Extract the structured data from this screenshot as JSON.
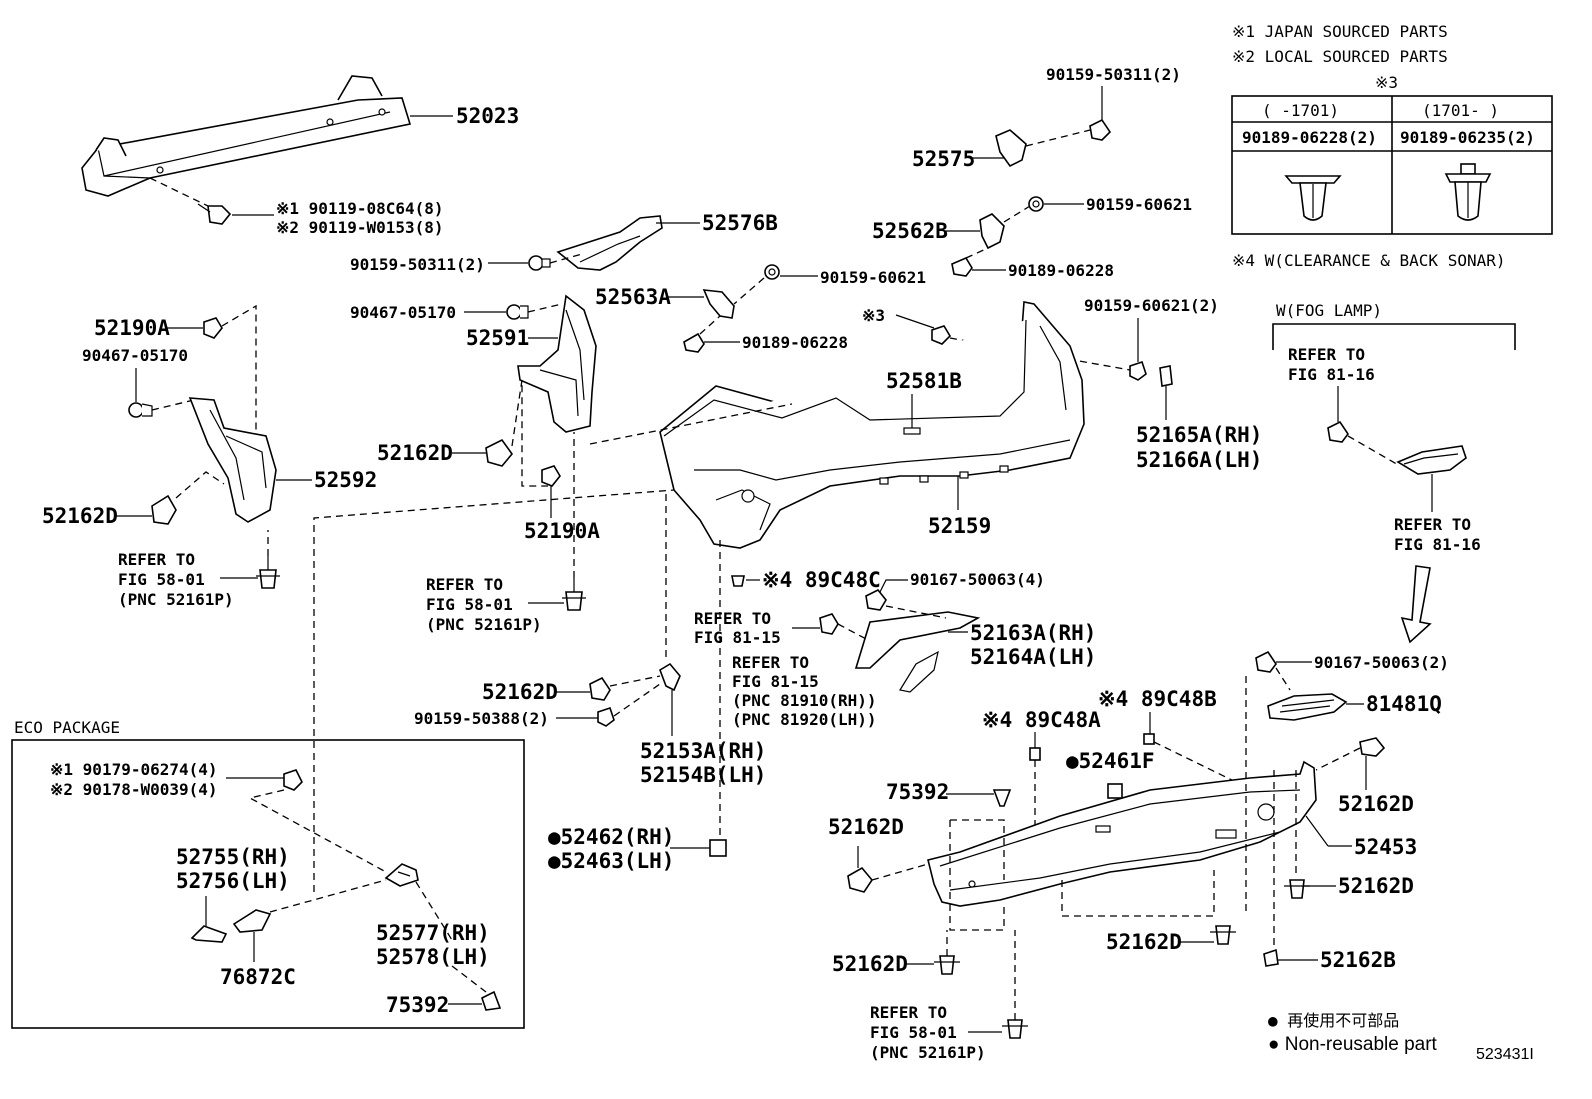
{
  "notes": {
    "japan": "※1  JAPAN SOURCED PARTS",
    "local": "※2  LOCAL SOURCED PARTS",
    "n3": "※3",
    "n4": "※4  W(CLEARANCE & BACK SONAR)",
    "fog": "W(FOG LAMP)",
    "eco": "ECO PACKAGE",
    "nonreuse_jp": "● 再使用不可部品",
    "nonreuse_en": "● Non-reusable part",
    "diagram_id": "523431I"
  },
  "clip_table": {
    "col1_head": "(    -1701)",
    "col2_head": "(1701-     )",
    "col1_part": "90189-06228(2)",
    "col2_part": "90189-06235(2)"
  },
  "labels": {
    "p52023": "52023",
    "p90119a": "※1 90119-08C64(8)",
    "p90119b": "※2 90119-W0153(8)",
    "p52576B": "52576B",
    "p90159_50311_mid": "90159-50311(2)",
    "p52190A_l": "52190A",
    "p90467_l": "90467-05170",
    "p52592": "52592",
    "p52162D_l": "52162D",
    "ref58_l1": "REFER TO",
    "ref58_l2": "FIG 58-01",
    "ref58_l3": "(PNC 52161P)",
    "p90467_m": "90467-05170",
    "p52591": "52591",
    "p52162D_m": "52162D",
    "p52190A_m": "52190A",
    "ref58_m1": "REFER TO",
    "ref58_m2": "FIG 58-01",
    "ref58_m3": "(PNC 52161P)",
    "p52563A": "52563A",
    "p90159_60621_a": "90159-60621",
    "p90189_06228_a": "90189-06228",
    "p52575": "52575",
    "p90159_50311_top": "90159-50311(2)",
    "p52562B": "52562B",
    "p90159_60621_b": "90159-60621",
    "p90189_06228_b": "90189-06228",
    "p3clip": "※3",
    "p90159_60621_2": "90159-60621(2)",
    "p52581B": "52581B",
    "p52165A": "52165A(RH)",
    "p52166A": "52166A(LH)",
    "p52159": "52159",
    "p89C48C": "※4 89C48C",
    "p90167_4": "90167-50063(4)",
    "ref81_a1": "REFER TO",
    "ref81_a2": "FIG 81-15",
    "ref81_b1": "REFER TO",
    "ref81_b2": "FIG 81-15",
    "ref81_b3": "(PNC 81910(RH))",
    "ref81_b4": "(PNC 81920(LH))",
    "p52163A": "52163A(RH)",
    "p52164A": "52164A(LH)",
    "p52162D_c": "52162D",
    "p90159_50388": "90159-50388(2)",
    "p52153A": "52153A(RH)",
    "p52154B": "52154B(LH)",
    "p52462": "●52462(RH)",
    "p52463": "●52463(LH)",
    "fog_ref1a": "REFER TO",
    "fog_ref1b": "FIG 81-16",
    "fog_ref2a": "REFER TO",
    "fog_ref2b": "FIG 81-16",
    "p90167_2": "90167-50063(2)",
    "p81481Q": "81481Q",
    "p89C48B": "※4 89C48B",
    "p89C48A": "※4 89C48A",
    "p52461F": "●52461F",
    "p75392_r": "75392",
    "p52162D_r1": "52162D",
    "p52162D_r2": "52162D",
    "p52453": "52453",
    "p52162D_r3": "52162D",
    "p52162D_r4": "52162D",
    "p52162D_r5": "52162D",
    "p52162B": "52162B",
    "ref58_r1": "REFER TO",
    "ref58_r2": "FIG 58-01",
    "ref58_r3": "(PNC 52161P)",
    "eco_90179": "※1 90179-06274(4)",
    "eco_90178": "※2 90178-W0039(4)",
    "eco_52755": "52755(RH)",
    "eco_52756": "52756(LH)",
    "eco_76872C": "76872C",
    "eco_52577": "52577(RH)",
    "eco_52578": "52578(LH)",
    "eco_75392": "75392"
  }
}
